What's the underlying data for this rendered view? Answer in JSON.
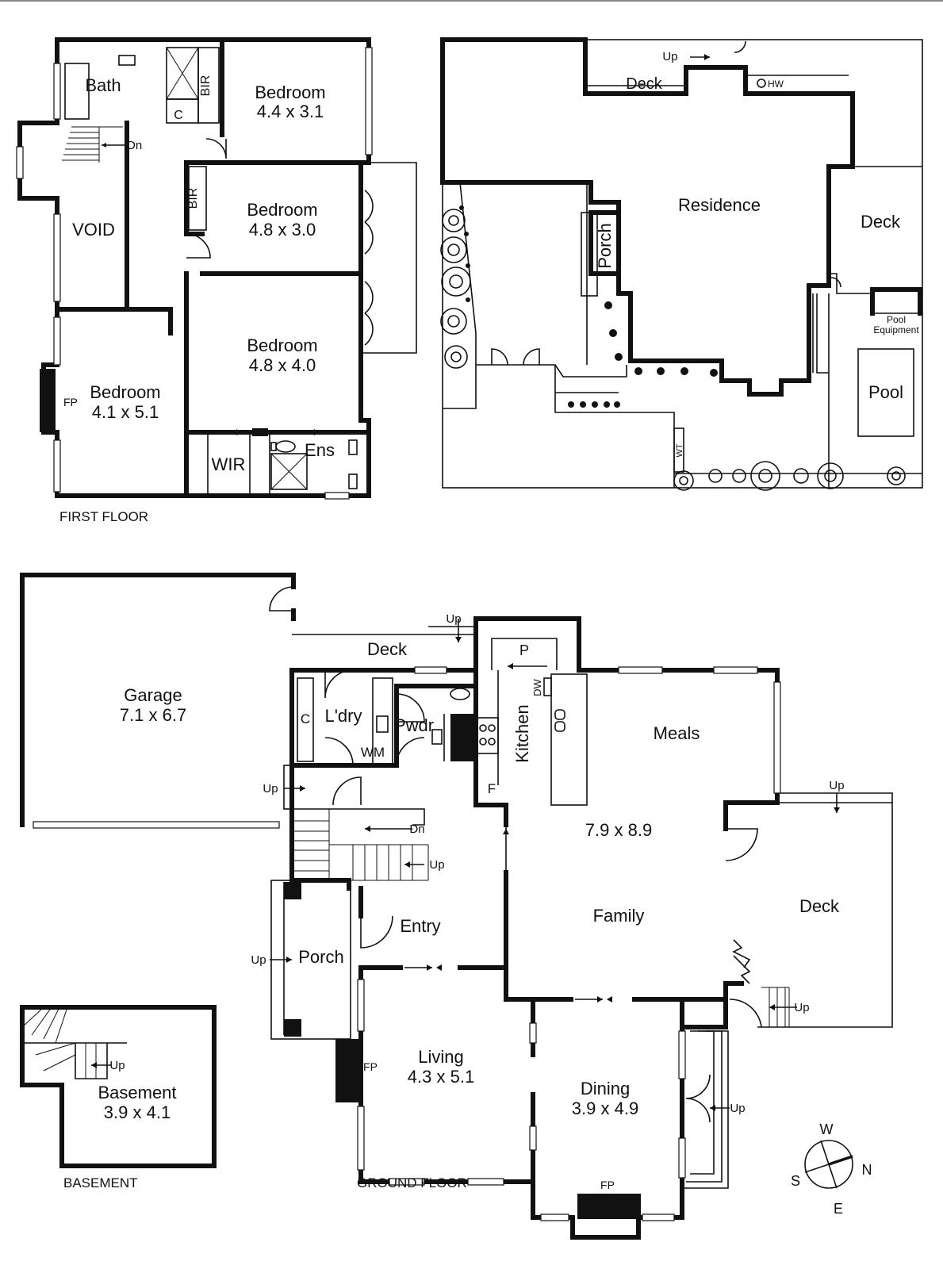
{
  "floor_titles": {
    "first": "FIRST FLOOR",
    "ground": "GROUND FLOOR",
    "basement": "BASEMENT"
  },
  "first_floor": {
    "bath": "Bath",
    "bir_1": "BIR",
    "bir_2": "BIR",
    "cupboard": "C",
    "dn": "Dn",
    "void": "VOID",
    "bed1_name": "Bedroom",
    "bed1_size": "4.4 x 3.1",
    "bed2_name": "Bedroom",
    "bed2_size": "4.8 x 3.0",
    "bed3_name": "Bedroom",
    "bed3_size": "4.8 x 4.0",
    "bed4_name": "Bedroom",
    "bed4_size": "4.1 x 5.1",
    "fp": "FP",
    "wir": "WIR",
    "ens": "Ens"
  },
  "site": {
    "up": "Up",
    "deck_top": "Deck",
    "hw": "HW",
    "residence": "Residence",
    "porch": "Porch",
    "deck_right": "Deck",
    "pool_equipment_1": "Pool",
    "pool_equipment_2": "Equipment",
    "pool": "Pool",
    "wt": "WT"
  },
  "ground_floor": {
    "garage_name": "Garage",
    "garage_size": "7.1 x 6.7",
    "up_deck": "Up",
    "deck_top": "Deck",
    "pantry": "P",
    "cupboard": "C",
    "laundry": "L'dry",
    "wm": "WM",
    "powder": "Pwdr",
    "dw": "DW",
    "kitchen": "Kitchen",
    "meals": "Meals",
    "fridge": "F",
    "up_side": "Up",
    "dn": "Dn",
    "up_stair": "Up",
    "up_deck_right": "Up",
    "meals_family_size": "7.9 x 8.9",
    "family": "Family",
    "deck_right": "Deck",
    "entry": "Entry",
    "up_porch": "Up",
    "porch": "Porch",
    "up_rear": "Up",
    "fp_living": "FP",
    "living_name": "Living",
    "living_size": "4.3 x 5.1",
    "dining_name": "Dining",
    "dining_size": "3.9 x 4.9",
    "up_dining": "Up",
    "fp_dining": "FP"
  },
  "basement": {
    "up": "Up",
    "name": "Basement",
    "size": "3.9 x 4.1"
  },
  "compass": {
    "n": "N",
    "s": "S",
    "e": "E",
    "w": "W"
  }
}
